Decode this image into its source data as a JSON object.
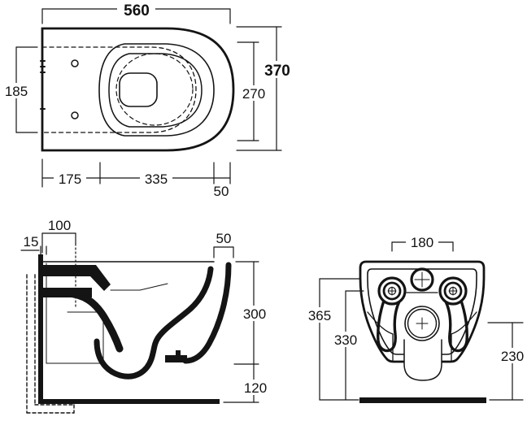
{
  "drawing": {
    "type": "wall-hung-toilet-technical-drawing",
    "line_color": "#141414",
    "background_color": "#ffffff",
    "views": {
      "top": {
        "dims": {
          "overall_width": "560",
          "overall_depth": "370",
          "bowl_opening_depth": "270",
          "rear_platform_depth": "185",
          "rear_length": "175",
          "bowl_length": "335",
          "front_edge": "50"
        }
      },
      "side": {
        "dims": {
          "fixing_depth": "100",
          "wall_offset": "15",
          "rim_front_width": "50",
          "body_height": "300",
          "floor_clearance": "120"
        }
      },
      "rear": {
        "dims": {
          "fixing_hole_centres": "180",
          "overall_height": "365",
          "fixing_hole_height": "330",
          "outlet_height": "230"
        }
      }
    }
  }
}
